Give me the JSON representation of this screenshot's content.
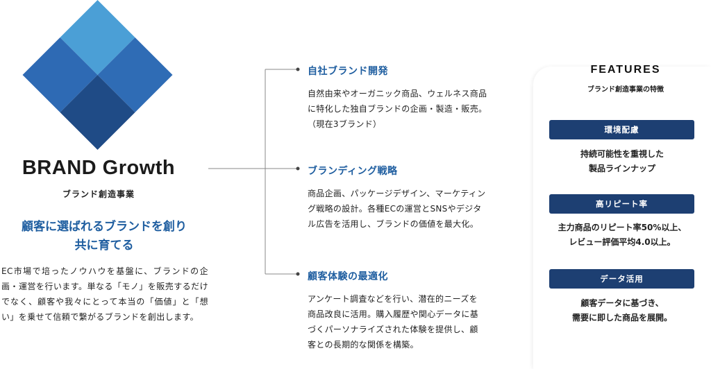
{
  "brand": {
    "title": "BRAND Growth",
    "subtitle": "ブランド創造事業",
    "tagline_line1": "顧客に選ばれるブランドを創り",
    "tagline_line2": "共に育てる",
    "description": "EC市場で培ったノウハウを基盤に、ブランドの企画・運営を行います。単なる「モノ」を販売するだけでなく、顧客や我々にとって本当の「価値」と「想い」を乗せて信頼で繋がるブランドを創出します。"
  },
  "sections": [
    {
      "title": "自社ブランド開発",
      "body_lines": [
        "自然由来やオーガニック商品、ウェルネス商品",
        "に特化した独自ブランドの企画・製造・販売。",
        "（現在3ブランド）"
      ]
    },
    {
      "title": "ブランディング戦略",
      "body_lines": [
        "商品企画、パッケージデザイン、マーケティン",
        "グ戦略の設計。各種ECの運営とSNSやデジタ",
        "ル広告を活用し、ブランドの価値を最大化。"
      ]
    },
    {
      "title": "顧客体験の最適化",
      "body_lines": [
        "アンケート調査などを行い、潜在的ニーズを",
        "商品改良に活用。購入履歴や関心データに基",
        "づくパーソナライズされた体験を提供し、顧",
        "客との長期的な関係を構築。"
      ]
    }
  ],
  "features": {
    "title": "FEATURES",
    "subtitle": "ブランド創造事業の特徴",
    "items": [
      {
        "label": "環境配慮",
        "desc_lines": [
          "持続可能性を重視した",
          "製品ラインナップ"
        ]
      },
      {
        "label": "高リピート率",
        "desc_lines": [
          "主力商品のリピート率50%以上、",
          "レビュー評価平均4.0以上。"
        ]
      },
      {
        "label": "データ活用",
        "desc_lines": [
          "顧客データに基づき、",
          "需要に即した商品を展開。"
        ]
      }
    ]
  },
  "colors": {
    "accent_blue": "#1f5ea0",
    "badge_navy": "#1d3f72",
    "logo_top": "#4b9fd6",
    "logo_left": "#2e6ab4",
    "logo_right": "#2e6ab4",
    "logo_bottom": "#1f4b86"
  }
}
